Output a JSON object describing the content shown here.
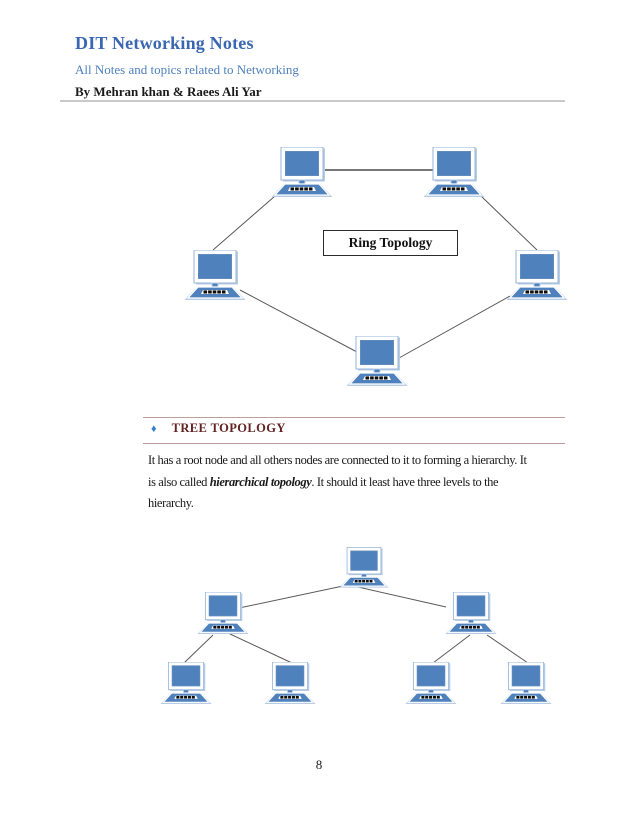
{
  "header": {
    "title": "DIT Networking Notes",
    "subtitle": "All Notes and topics related to Networking",
    "byline": "By Mehran khan & Raees Ali Yar"
  },
  "ring_diagram": {
    "label": "Ring Topology",
    "node_icon": "computer-icon",
    "node_count": 5
  },
  "tree_section": {
    "bullet": "♦",
    "heading": "TREE TOPOLOGY",
    "paragraph_before": "It has a root node and all others nodes are connected to it to forming a hierarchy. It\nis also called ",
    "paragraph_emphasis": "hierarchical topology",
    "paragraph_after": ". It should it least have three levels to the\nhierarchy."
  },
  "tree_diagram": {
    "node_icon": "computer-icon",
    "node_count": 7,
    "levels": 3
  },
  "footer": {
    "page_number": "8"
  },
  "colors": {
    "title_blue": "#3A67B1",
    "subtitle_blue": "#4F81BD",
    "heading_maroon": "#622423",
    "accent_blue": "#4F81BD",
    "icon_outline_blue": "#B8CCE4",
    "bullet_blue": "#3583C6",
    "heading_rule": "#BD9E99"
  }
}
